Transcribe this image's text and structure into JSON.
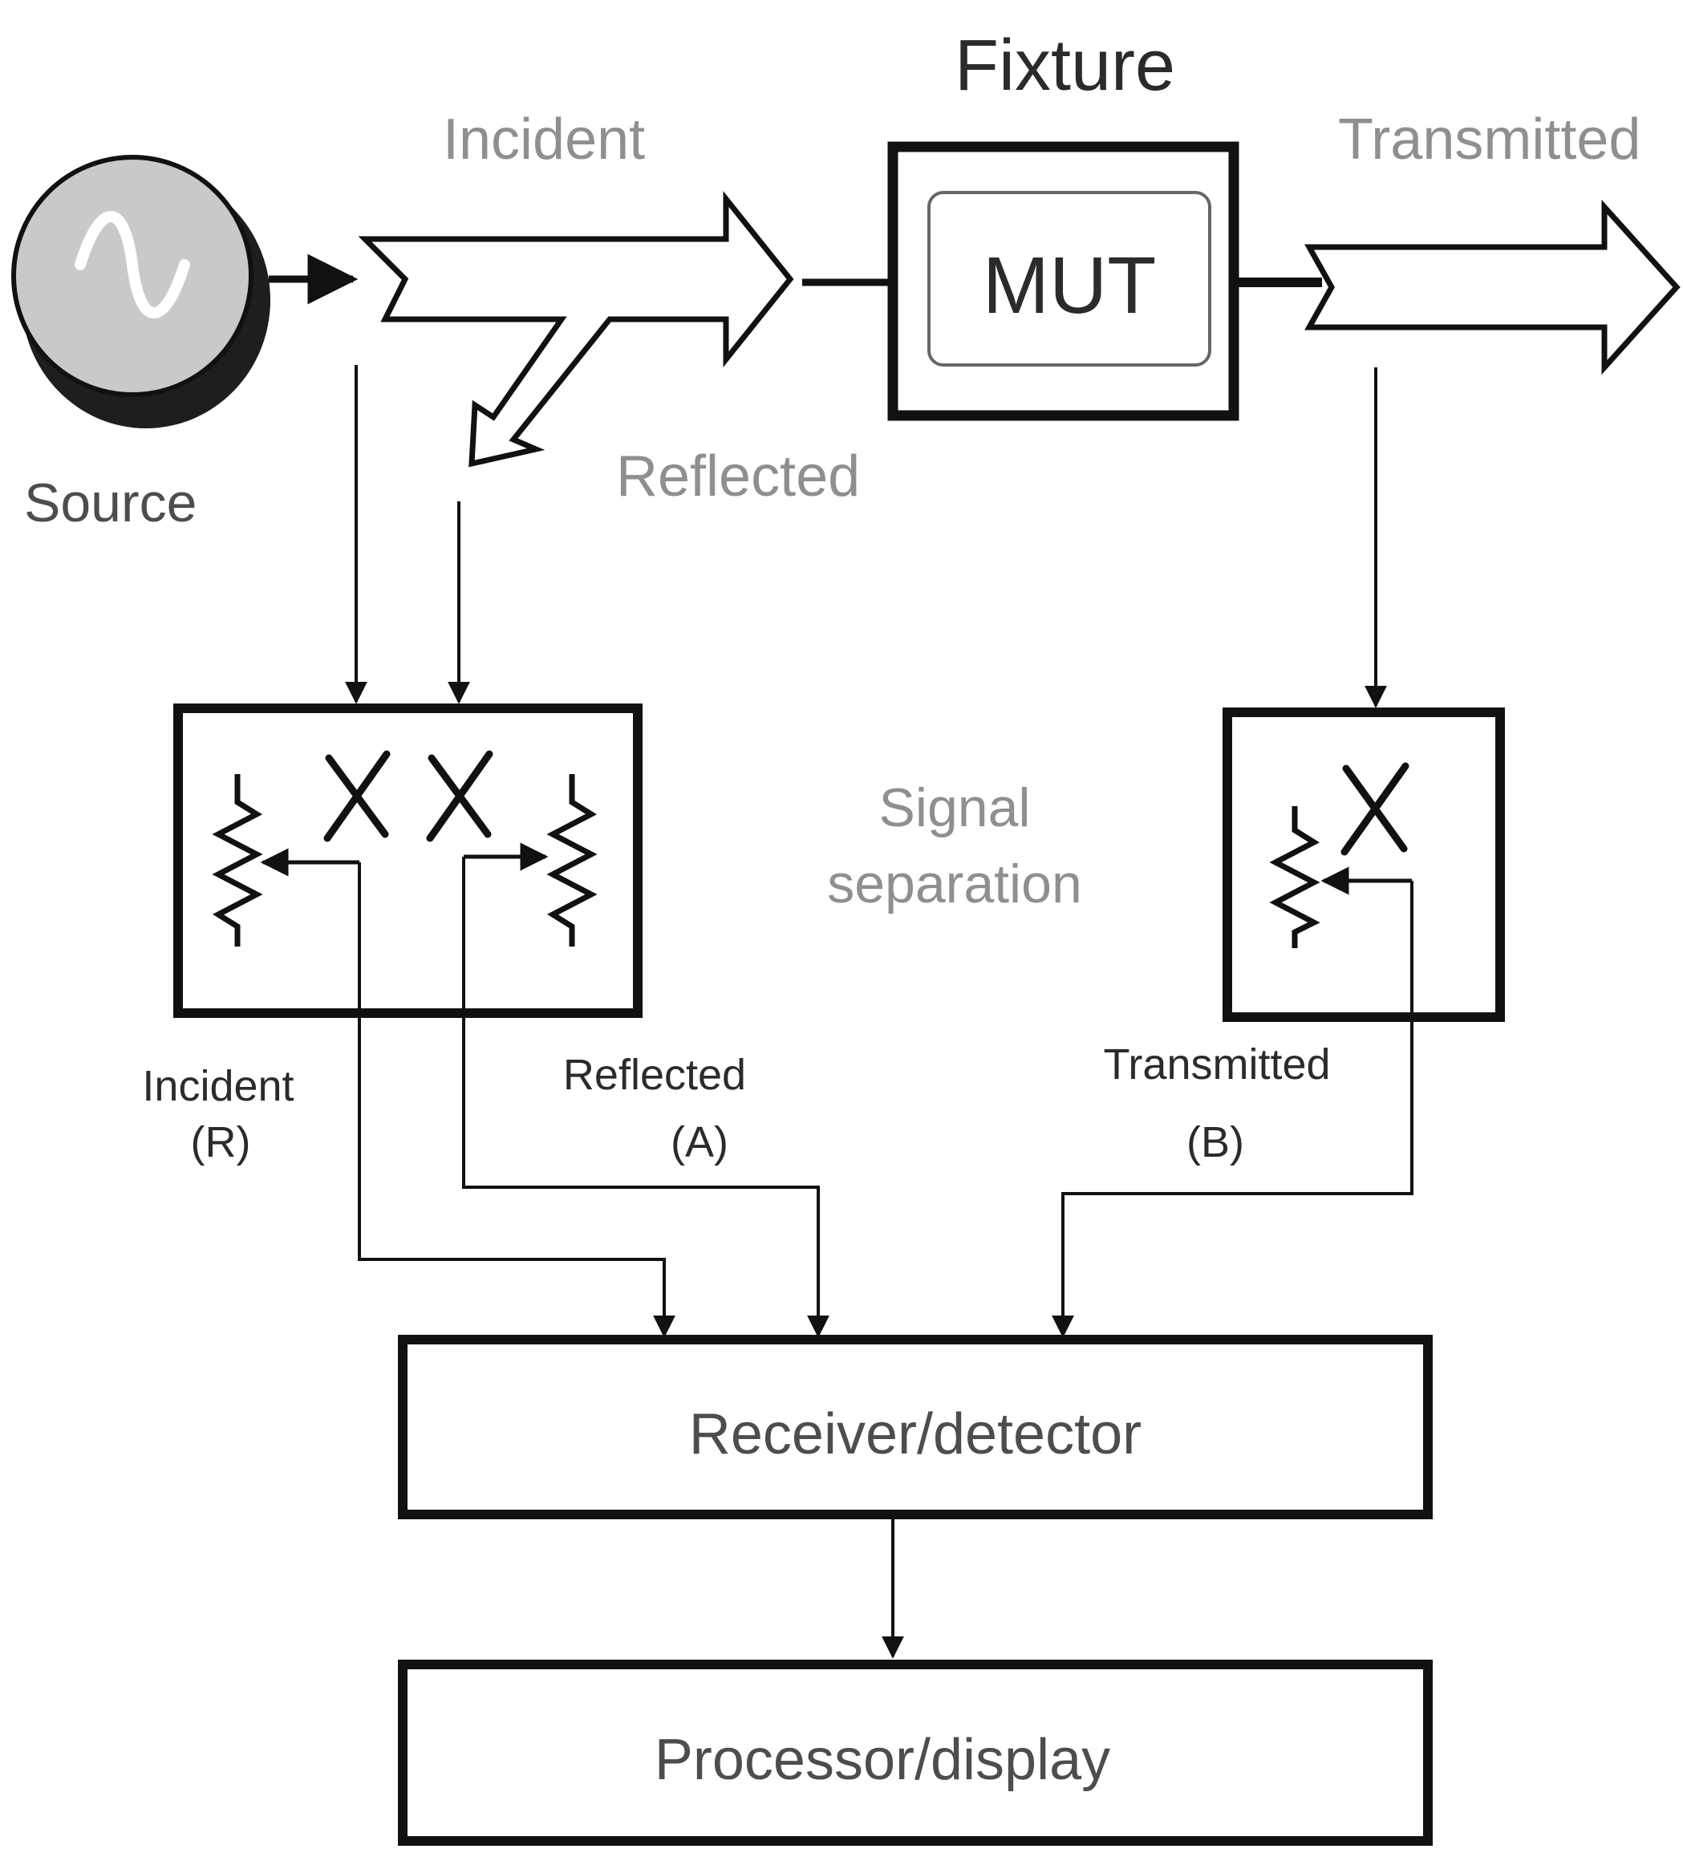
{
  "labels": {
    "fixture": "Fixture",
    "incident_top": "Incident",
    "transmitted_top": "Transmitted",
    "mut": "MUT",
    "reflected_top": "Reflected",
    "source": "Source",
    "signal_line1": "Signal",
    "signal_line2": "separation",
    "incident_port": "Incident",
    "incident_port_id": "(R)",
    "reflected_port": "Reflected",
    "reflected_port_id": "(A)",
    "transmitted_port": "Transmitted",
    "transmitted_port_id": "(B)",
    "receiver": "Receiver/detector",
    "processor": "Processor/display"
  },
  "colors": {
    "stroke": "#111111",
    "source_fill": "#c9c9c9",
    "source_shadow": "#1e1e1e",
    "muted_text": "#8f8f8f",
    "dark_text": "#2b2b2b"
  },
  "icons": {
    "source": "sine-wave-source-icon",
    "coupler": "directional-coupler-icon",
    "resistor": "variable-resistor-icon"
  }
}
